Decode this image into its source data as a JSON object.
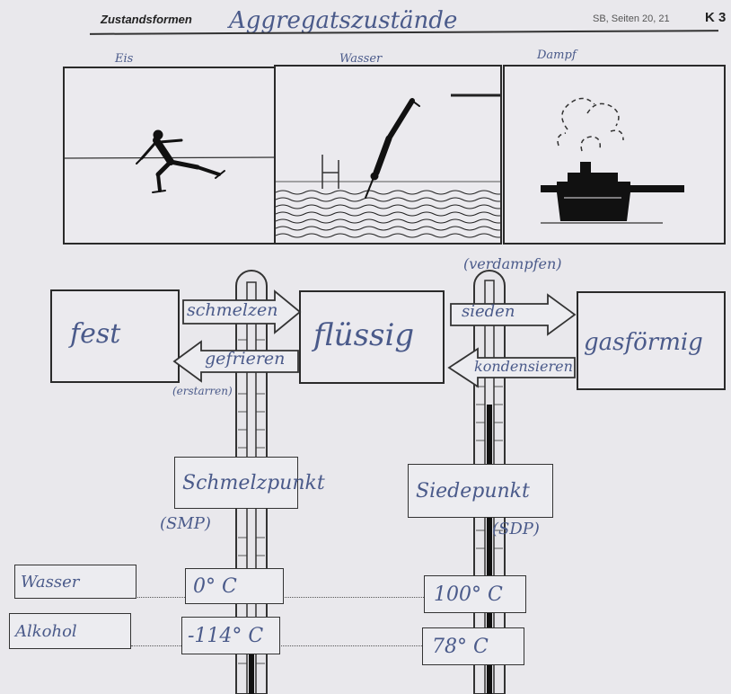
{
  "header": {
    "section": "Zustandsformen",
    "title": "Aggregatszustände",
    "pages": "SB, Seiten 20, 21",
    "code": "K 3"
  },
  "pictures": {
    "ice_label": "Eis",
    "water_label": "Wasser",
    "steam_label": "Dampf"
  },
  "states": {
    "solid": "fest",
    "liquid": "flüssig",
    "gas": "gasförmig"
  },
  "transitions": {
    "melting": "schmelzen",
    "freezing": "gefrieren",
    "freezing_alt": "(erstarren)",
    "boiling": "sieden",
    "boiling_alt": "(verdampfen)",
    "condensing": "kondensieren"
  },
  "points": {
    "melting_point": "Schmelzpunkt",
    "melting_abbr": "(SMP)",
    "boiling_point": "Siedepunkt",
    "boiling_abbr": "(SDP)"
  },
  "substances": [
    {
      "name": "Wasser",
      "melting": "0° C",
      "boiling": "100° C"
    },
    {
      "name": "Alkohol",
      "melting": "-114° C",
      "boiling": "78° C"
    }
  ],
  "colors": {
    "ink": "#4a5a8a",
    "paper": "#e9e8ec",
    "print": "#222222"
  }
}
